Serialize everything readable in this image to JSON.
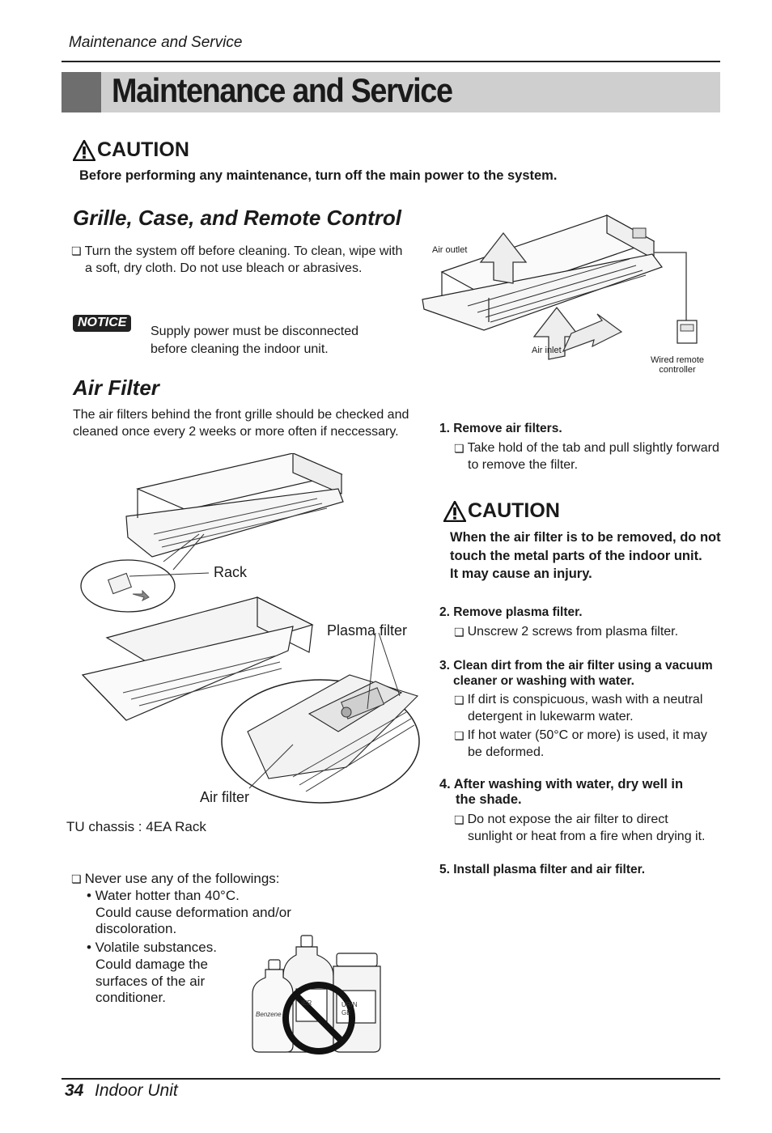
{
  "header": {
    "running_title": "Maintenance and Service"
  },
  "title": "Maintenance and Service",
  "caution_main": {
    "heading": "CAUTION",
    "text": "Before performing any maintenance, turn off the main power to the system."
  },
  "grille": {
    "heading": "Grille, Case, and Remote Control",
    "bullet_line1": "Turn the system off before cleaning. To clean, wipe with",
    "bullet_line2": "a soft, dry cloth. Do not use bleach or abrasives.",
    "notice_badge": "NOTICE",
    "notice_line1": "Supply power must be disconnected",
    "notice_line2": "before cleaning the indoor unit.",
    "fig_labels": {
      "outlet": "Air outlet",
      "inlet": "Air inlet",
      "remote_line1": "Wired remote",
      "remote_line2": "controller"
    }
  },
  "air_filter": {
    "heading": "Air Filter",
    "intro_line1": "The air filters behind the front grille should be checked and",
    "intro_line2": "cleaned once every 2 weeks or more often if neccessary.",
    "fig_labels": {
      "rack": "Rack",
      "plasma": "Plasma filter",
      "filter": "Air filter"
    },
    "chassis_note": "TU chassis : 4EA Rack",
    "never_use": {
      "intro": "Never use any of the followings:",
      "item1_line1": "• Water hotter than 40°C.",
      "item1_line2": "Could cause deformation and/or",
      "item1_line3": "discoloration.",
      "item2_line1": "• Volatile substances.",
      "item2_line2": "Could damage the",
      "item2_line3": "surfaces of the air",
      "item2_line4": "conditioner."
    },
    "bottle_labels": {
      "benzene": "Benzene",
      "thinner": "IER",
      "scouring_line1": "URIN",
      "scouring_line2": "GE"
    }
  },
  "steps": {
    "s1_title": "1. Remove air filters.",
    "s1_line1": "Take hold of the tab and pull slightly forward",
    "s1_line2": "to remove the filter.",
    "caution2_heading": "CAUTION",
    "caution2_line1": "When the air filter is to be removed, do not",
    "caution2_line2": "touch the metal parts of the indoor unit.",
    "caution2_line3": "It may cause an injury.",
    "s2_title": "2. Remove plasma filter.",
    "s2_line1": "Unscrew 2 screws from plasma filter.",
    "s3_title_line1": "3. Clean dirt from the air filter using a vacuum",
    "s3_title_line2": "cleaner or washing with water.",
    "s3_b1_line1": "If dirt is conspicuous, wash with a neutral",
    "s3_b1_line2": "detergent in lukewarm water.",
    "s3_b2_line1": "If hot water (50°C or more) is used, it may",
    "s3_b2_line2": "be deformed.",
    "s4_title_line1": "4. After washing with water, dry well in",
    "s4_title_line2": "the shade.",
    "s4_line1": "Do not expose the air filter to direct",
    "s4_line2": "sunlight or heat from a fire when drying it.",
    "s5_title": "5. Install plasma filter and air filter."
  },
  "footer": {
    "page_number": "34",
    "section": "Indoor Unit"
  },
  "icons": {
    "warning": "warning-triangle-icon",
    "checkbox": "checkbox-bullet-icon",
    "prohibited": "prohibited-icon"
  }
}
